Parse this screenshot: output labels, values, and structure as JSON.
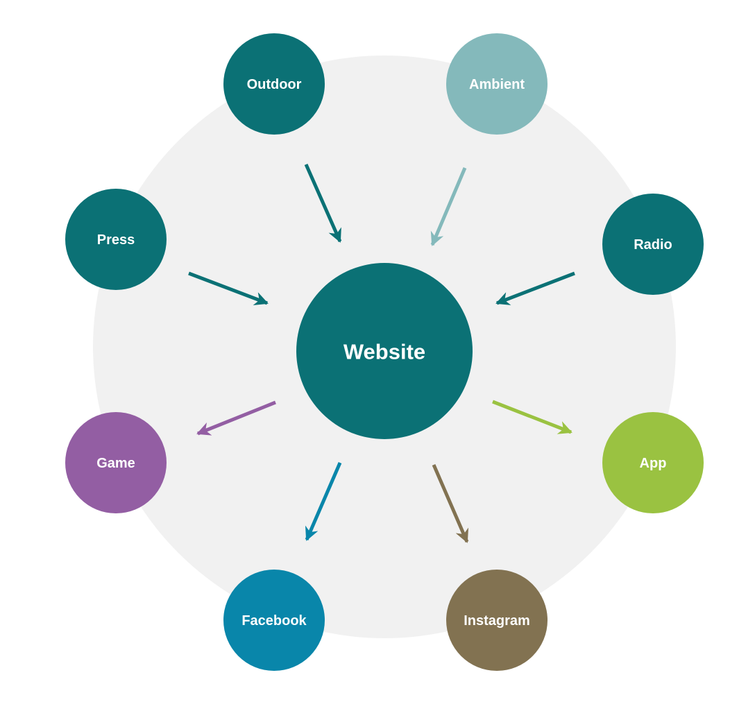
{
  "diagram": {
    "center": {
      "label": "Website",
      "color": "#0b7175"
    },
    "nodes": [
      {
        "id": "outdoor",
        "label": "Outdoor",
        "color": "#0b7175",
        "direction": "in"
      },
      {
        "id": "ambient",
        "label": "Ambient",
        "color": "#84b9bb",
        "direction": "in"
      },
      {
        "id": "radio",
        "label": "Radio",
        "color": "#0b7175",
        "direction": "in"
      },
      {
        "id": "app",
        "label": "App",
        "color": "#9ac241",
        "direction": "out"
      },
      {
        "id": "instagram",
        "label": "Instagram",
        "color": "#827251",
        "direction": "out"
      },
      {
        "id": "facebook",
        "label": "Facebook",
        "color": "#0986aa",
        "direction": "out"
      },
      {
        "id": "game",
        "label": "Game",
        "color": "#935ea3",
        "direction": "out"
      },
      {
        "id": "press",
        "label": "Press",
        "color": "#0b7175",
        "direction": "in"
      }
    ],
    "background_color": "#f1f1f1"
  }
}
